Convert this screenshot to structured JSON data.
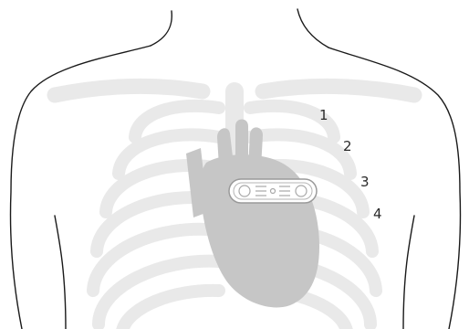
{
  "figure": {
    "rib_labels": [
      "1",
      "2",
      "3",
      "4"
    ]
  },
  "colors": {
    "outline": "#1a1a1a",
    "ribs": "#e9e9e9",
    "heart": "#c6c6c6",
    "device_fill": "#ffffff",
    "device_stroke": "#9a9a9a"
  },
  "icons": {
    "device": "monitor-patch-icon"
  }
}
